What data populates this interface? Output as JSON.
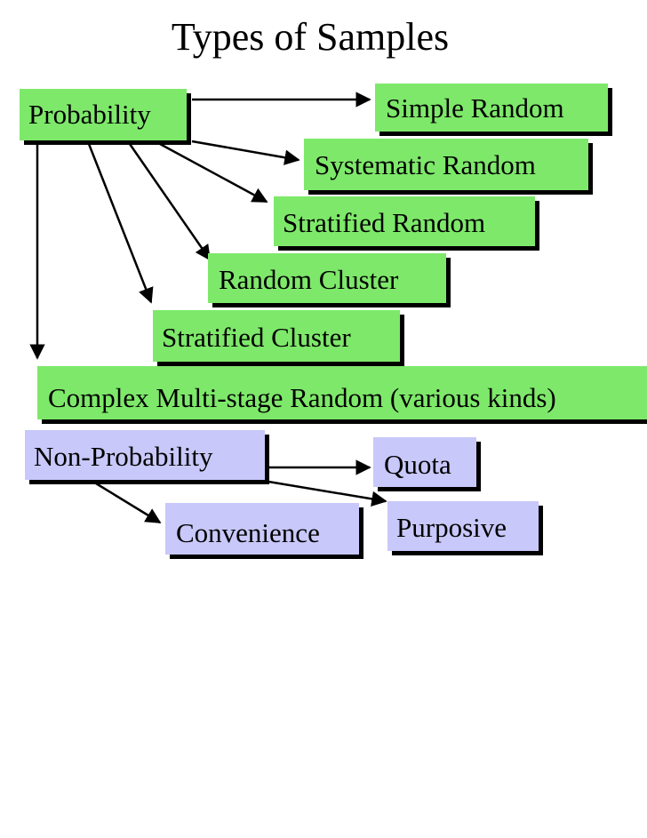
{
  "title": "Types of Samples",
  "colors": {
    "probability_fill": "#7ee86a",
    "non_probability_fill": "#c8c8fa",
    "box_shadow": "#000000",
    "arrow": "#000000"
  },
  "probability": {
    "root": "Probability",
    "types": {
      "simple_random": "Simple Random",
      "systematic_random": "Systematic Random",
      "stratified_random": "Stratified Random",
      "random_cluster": "Random Cluster",
      "stratified_cluster": "Stratified Cluster",
      "complex_multistage": "Complex Multi-stage Random (various kinds)"
    }
  },
  "non_probability": {
    "root": "Non-Probability",
    "types": {
      "quota": "Quota",
      "convenience": "Convenience",
      "purposive": "Purposive"
    }
  }
}
